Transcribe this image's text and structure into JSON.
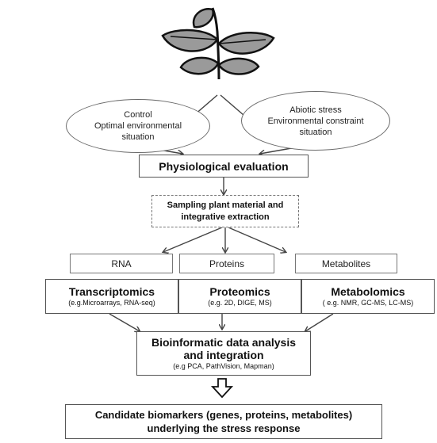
{
  "plant": {
    "icon": "plant-seedling-icon",
    "leaf_color": "#9a9a9a"
  },
  "conditions": {
    "control": {
      "line1": "Control",
      "line2": "Optimal environmental",
      "line3": "situation"
    },
    "stress": {
      "line1": "Abiotic stress",
      "line2": "Environmental constraint",
      "line3": "situation"
    }
  },
  "physiological": "Physiological evaluation",
  "sampling": {
    "line1": "Sampling plant material and",
    "line2": "integrative extraction"
  },
  "molecules": {
    "rna": "RNA",
    "proteins": "Proteins",
    "metabolites": "Metabolites"
  },
  "omics": {
    "transcriptomics": {
      "title": "Transcriptomics",
      "example": "(e.g.Microarrays, RNA-seq)"
    },
    "proteomics": {
      "title": "Proteomics",
      "example": "(e.g. 2D, DIGE, MS)"
    },
    "metabolomics": {
      "title": "Metabolomics",
      "example": "( e.g. NMR, GC-MS, LC-MS)"
    }
  },
  "bioinformatics": {
    "line1": "Bioinformatic data analysis",
    "line2": "and integration",
    "example": "(e.g PCA, PathVision, Mapman)"
  },
  "result": {
    "line1": "Candidate biomarkers (genes, proteins, metabolites)",
    "line2": "underlying the stress response"
  }
}
